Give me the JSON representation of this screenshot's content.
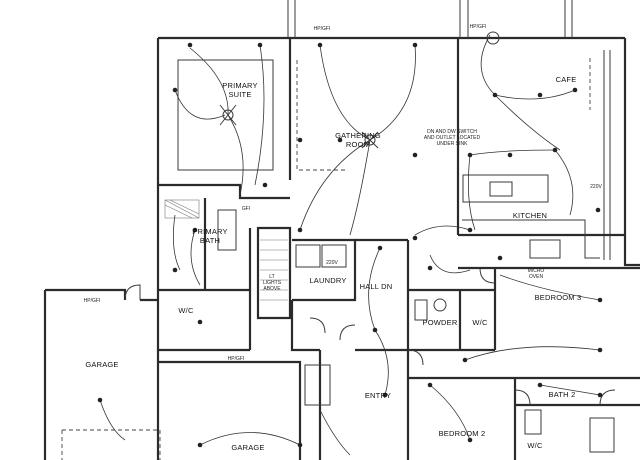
{
  "rooms": {
    "primary_suite_line1": "PRIMARY",
    "primary_suite_line2": "SUITE",
    "gathering_line1": "GATHERING",
    "gathering_line2": "ROOM",
    "cafe": "CAFE",
    "kitchen": "KITCHEN",
    "primary_bath_line1": "PRIMARY",
    "primary_bath_line2": "BATH",
    "wic_primary": "W/C",
    "laundry": "LAUNDRY",
    "hall_dn": "HALL DN",
    "bedroom_3": "BEDROOM 3",
    "powder": "POWDER",
    "wic_bed3": "W/C",
    "garage": "GARAGE",
    "garage_2": "GARAGE",
    "entry": "ENTRY",
    "bedroom_2": "BEDROOM 2",
    "bath_2": "BATH 2",
    "wic_bed2": "W/C"
  },
  "notes": {
    "dishwasher_line1": "DN AND DW SWITCH",
    "dishwasher_line2": "AND OUTLET LOCATED",
    "dishwasher_line3": "UNDER SINK",
    "lights_above_line1": "LT",
    "lights_above_line2": "LIGHTS",
    "lights_above_line3": "ABOVE",
    "v220_laundry": "220V",
    "v220_kitchen": "220V",
    "hood_line1": "MICRO",
    "hood_line2": "OVEN"
  },
  "tags": {
    "hp_gfi_top_left": "HP/GFI",
    "hp_gfi_top_right": "HP/GFI",
    "hp_gfi_garage": "HP/GFI",
    "hp_gfi_center": "HP/GFI",
    "gfi": "GFI"
  }
}
